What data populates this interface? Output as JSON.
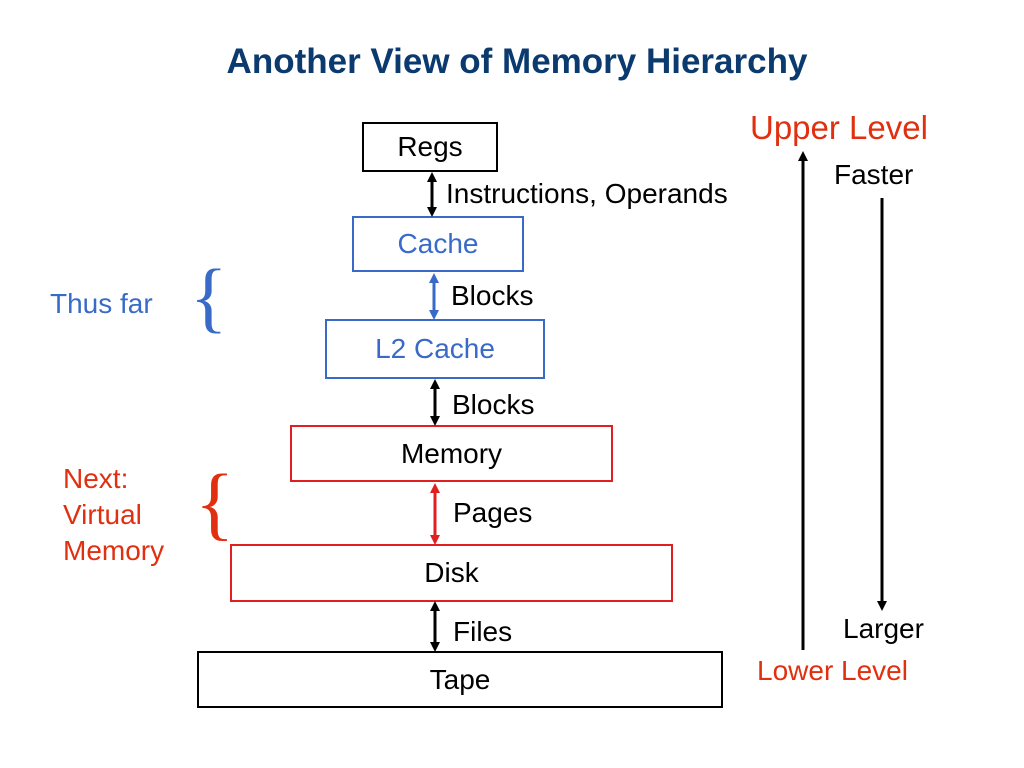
{
  "title": "Another View of Memory Hierarchy",
  "levels": {
    "regs": "Regs",
    "cache": "Cache",
    "l2": "L2 Cache",
    "memory": "Memory",
    "disk": "Disk",
    "tape": "Tape"
  },
  "transfers": {
    "regs_cache": "Instructions, Operands",
    "cache_l2": "Blocks",
    "l2_memory": "Blocks",
    "memory_disk": "Pages",
    "disk_tape": "Files"
  },
  "side": {
    "thus_far": "Thus far",
    "next_lines": [
      "Next:",
      "Virtual",
      "Memory"
    ],
    "upper_level": "Upper Level",
    "lower_level": "Lower Level",
    "faster": "Faster",
    "larger": "Larger"
  },
  "colors": {
    "title": "#0a3a6e",
    "blue": "#3a6ac8",
    "red": "#e02020",
    "black": "#000000"
  }
}
